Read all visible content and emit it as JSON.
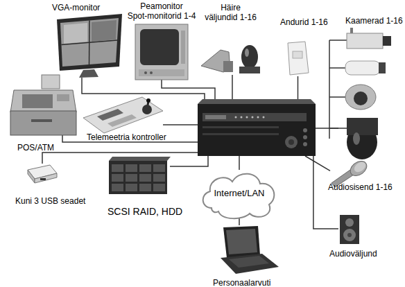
{
  "diagram": {
    "nodes": [
      {
        "text": [
          "VGA-monitor"
        ]
      },
      {
        "text": [
          "Peamonitor",
          "Spot-monitorid 1-4"
        ]
      },
      {
        "text": [
          "Häire väljundid 1-16"
        ]
      },
      {
        "text": [
          "Andurid 1-16"
        ]
      },
      {
        "text": [
          "Kaamerad 1-16"
        ]
      },
      {
        "text": [
          "POS/ATM"
        ]
      },
      {
        "text": [
          "Telemeetria kontroller"
        ]
      },
      {
        "text": []
      },
      {
        "text": [
          "Kuni 3 USB seadet"
        ]
      },
      {
        "text": [
          "SCSI RAID, HDD"
        ]
      },
      {
        "text": [
          "Internet/LAN"
        ]
      },
      {
        "text": [
          "Audiosisend 1-16"
        ]
      },
      {
        "text": [
          "Audioväljund"
        ]
      },
      {
        "text": [
          "Personaalarvuti"
        ]
      }
    ],
    "edges": [
      {
        "from": 0,
        "to": 7,
        "arrow": "none"
      },
      {
        "from": 1,
        "to": 7,
        "arrow": "none"
      },
      {
        "from": 2,
        "to": 7,
        "arrow": "none"
      },
      {
        "from": 3,
        "to": 7,
        "arrow": "none"
      },
      {
        "from": 4,
        "to": 7,
        "arrow": "none"
      },
      {
        "from": 5,
        "to": 7,
        "arrow": "none"
      },
      {
        "from": 6,
        "to": 7,
        "arrow": "none"
      },
      {
        "from": 8,
        "to": 7,
        "arrow": "none"
      },
      {
        "from": 9,
        "to": 7,
        "arrow": "none"
      },
      {
        "from": 10,
        "to": 7,
        "arrow": "none"
      },
      {
        "from": 11,
        "to": 7,
        "arrow": "none"
      },
      {
        "from": 12,
        "to": 7,
        "arrow": "none"
      },
      {
        "from": 13,
        "to": 10,
        "arrow": "none"
      }
    ]
  }
}
